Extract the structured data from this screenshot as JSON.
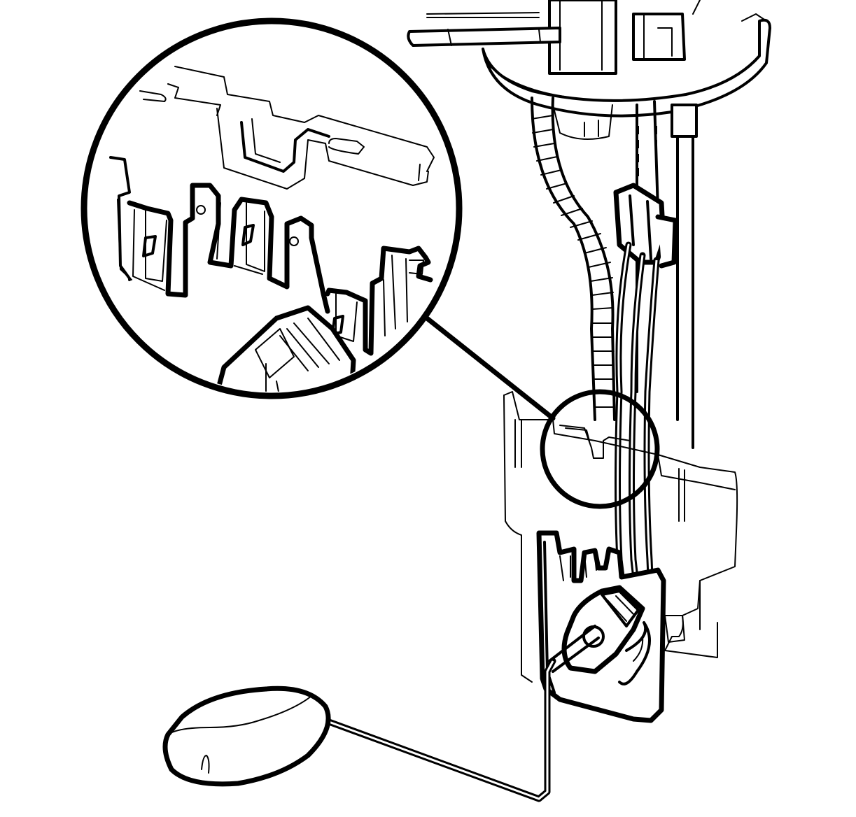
{
  "diagram": {
    "parts": [
      {
        "name": "fuel-pump-flange",
        "icon": "flange-icon"
      },
      {
        "name": "fuel-tube",
        "icon": "tube-icon"
      },
      {
        "name": "corrugated-conduit",
        "icon": "conduit-icon"
      },
      {
        "name": "electrical-connector",
        "icon": "connector-icon"
      },
      {
        "name": "wiring-harness",
        "icon": "wire-icon"
      },
      {
        "name": "reservoir-bracket",
        "icon": "bracket-icon"
      },
      {
        "name": "fuel-level-sender",
        "icon": "sender-icon"
      },
      {
        "name": "float-arm",
        "icon": "arm-icon"
      },
      {
        "name": "float",
        "icon": "float-icon"
      }
    ],
    "callout": {
      "type": "magnified-detail",
      "subject": "retaining-tabs"
    },
    "colors": {
      "line": "#000000",
      "background": "#ffffff"
    }
  }
}
